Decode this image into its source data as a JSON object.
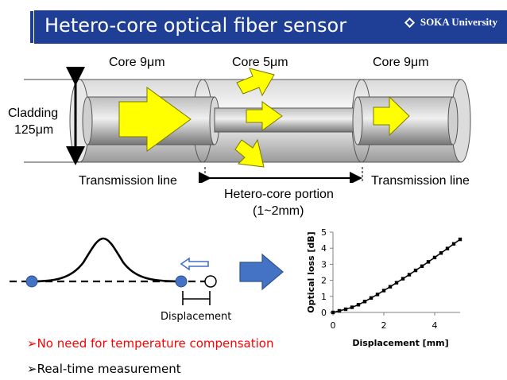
{
  "slide": {
    "title": "Hetero-core optical fiber sensor",
    "logo_text": "SOKA University",
    "colors": {
      "title_bar": "#1f3f96",
      "arrow_fill": "#ffff00",
      "arrow_stroke": "#7a7a00",
      "bullet_red": "#ff0000",
      "blue_arrow": "#4472c4"
    }
  },
  "fiber": {
    "core_left": "Core 9μm",
    "core_mid": "Core 5μm",
    "core_right": "Core 9μm",
    "cladding_line1": "Cladding",
    "cladding_line2": "125μm",
    "transmission_left": "Transmission line",
    "transmission_right": "Transmission line",
    "hetero_line1": "Hetero-core portion",
    "hetero_line2": "(1~2mm)"
  },
  "schematic": {
    "displacement_label": "Displacement"
  },
  "bullets": [
    {
      "text": "No need for temperature compensation",
      "color": "#ff0000"
    },
    {
      "text": "Real-time measurement",
      "color": "#000000"
    }
  ],
  "chart_data": {
    "type": "line",
    "xlabel": "Displacement [mm]",
    "ylabel": "Optical loss [dB]",
    "xlim": [
      0,
      5
    ],
    "ylim": [
      0,
      5
    ],
    "xticks": [
      "0",
      "2",
      "4"
    ],
    "yticks": [
      "0",
      "1",
      "2",
      "3",
      "4",
      "5"
    ],
    "grid": false,
    "series": [
      {
        "x": [
          0,
          0.25,
          0.5,
          0.75,
          1.0,
          1.25,
          1.5,
          1.75,
          2.0,
          2.25,
          2.5,
          2.75,
          3.0,
          3.25,
          3.5,
          3.75,
          4.0,
          4.25,
          4.5,
          4.75,
          5.0
        ],
        "values": [
          0,
          0.1,
          0.2,
          0.32,
          0.48,
          0.68,
          0.9,
          1.12,
          1.36,
          1.6,
          1.85,
          2.1,
          2.35,
          2.62,
          2.88,
          3.15,
          3.42,
          3.7,
          3.98,
          4.27,
          4.55
        ]
      }
    ]
  }
}
